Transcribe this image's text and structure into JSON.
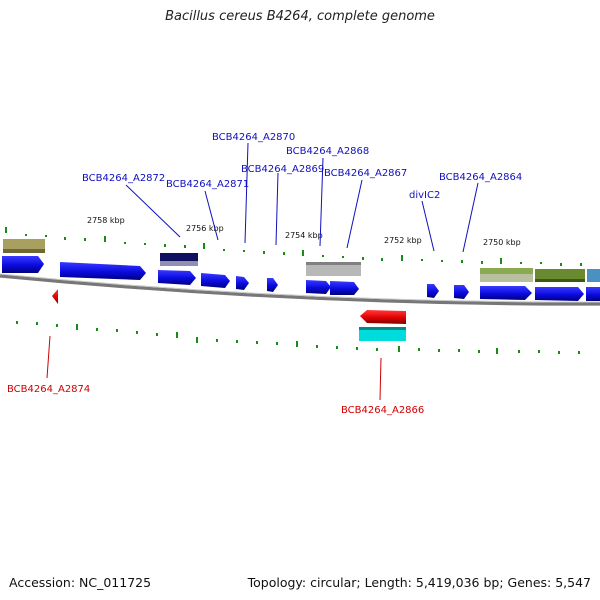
{
  "header": {
    "title": "Bacillus cereus B4264, complete genome"
  },
  "footer": {
    "accession": "Accession: NC_011725",
    "summary": "Topology: circular; Length: 5,419,036 bp; Genes: 5,547"
  },
  "scale": {
    "tick_labels": [
      "2758 kbp",
      "2756 kbp",
      "2754 kbp",
      "2752 kbp",
      "2750 kbp"
    ]
  },
  "forward_labels": [
    "BCB4264_A2870",
    "BCB4264_A2868",
    "BCB4264_A2869",
    "BCB4264_A2867",
    "BCB4264_A2872",
    "BCB4264_A2871",
    "BCB4264_A2864",
    "divIC2"
  ],
  "reverse_labels": [
    "BCB4264_A2874",
    "BCB4264_A2866"
  ],
  "colors": {
    "forward_gene": "#0a0ae0",
    "reverse_gene": "#e00000",
    "forward_label": "#1010c0",
    "reverse_label": "#d00000",
    "tick_green": "#1a8a1a",
    "backbone": "#808080",
    "cds_olive": "#a8a060",
    "cds_navy": "#101060",
    "cds_grey": "#b0b0b0",
    "cds_cyan": "#00dcdc",
    "cds_green": "#6a8a30",
    "cds_steel": "#4a90c0"
  }
}
